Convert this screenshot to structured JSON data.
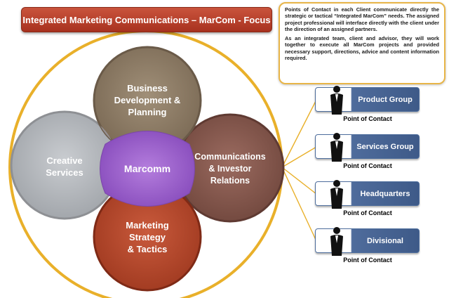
{
  "title": "Integrated Marketing Communications – MarCom - Focus",
  "note": {
    "paragraph1": "Points of Contact in each Client communicate directly the strategic or tactical “Integrated MarCom” needs. The assigned project professional will interface directly with the client under the direction of an assigned partners.",
    "paragraph2": "As an integrated team, client and advisor, they will work together to execute all MarCom projects and provided necessary support, directions, advice and content information required."
  },
  "circles": {
    "center": "Marcomm",
    "top": [
      "Business",
      "Development &",
      "Planning"
    ],
    "left": [
      "Creative",
      "Services"
    ],
    "right": [
      "Communications",
      "& Investor",
      "Relations"
    ],
    "bottom": [
      "Marketing",
      "Strategy",
      "& Tactics"
    ]
  },
  "contacts": [
    {
      "label": "Product Group",
      "sublabel": "Point of Contact"
    },
    {
      "label": "Services Group",
      "sublabel": "Point of Contact"
    },
    {
      "label": "Headquarters",
      "sublabel": "Point of Contact"
    },
    {
      "label": "Divisional",
      "sublabel": "Point of Contact"
    }
  ],
  "colors": {
    "ring": "#e9b02a",
    "top_circle": "#8f7e66",
    "left_circle": "#b9bcc0",
    "right_circle": "#8a5a4f",
    "bottom_circle": "#b84a30",
    "center_fill": "#9b5fc9",
    "contact_card": "#46628f",
    "title_banner": "#b8402a"
  }
}
